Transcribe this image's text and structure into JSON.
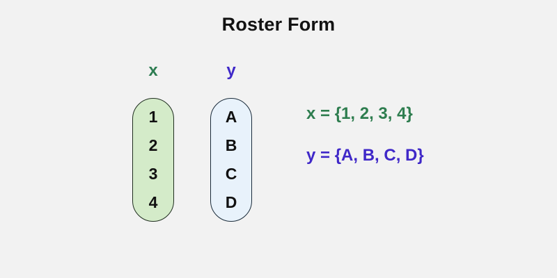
{
  "title": "Roster Form",
  "background_color": "#f2f2f2",
  "sets": [
    {
      "id": "x",
      "label": "x",
      "label_color": "#2e7d52",
      "fill_color": "#d4ebc9",
      "border_color": "#1f2e1f",
      "elements": [
        "1",
        "2",
        "3",
        "4"
      ]
    },
    {
      "id": "y",
      "label": "y",
      "label_color": "#3f28c8",
      "fill_color": "#e8f2fb",
      "border_color": "#1a2b3a",
      "elements": [
        "A",
        "B",
        "C",
        "D"
      ]
    }
  ],
  "equations": [
    {
      "id": "x",
      "text": "x = {1, 2, 3, 4}",
      "color": "#2e7d4f"
    },
    {
      "id": "y",
      "text": "y = {A, B, C, D}",
      "color": "#3f28c8"
    }
  ]
}
